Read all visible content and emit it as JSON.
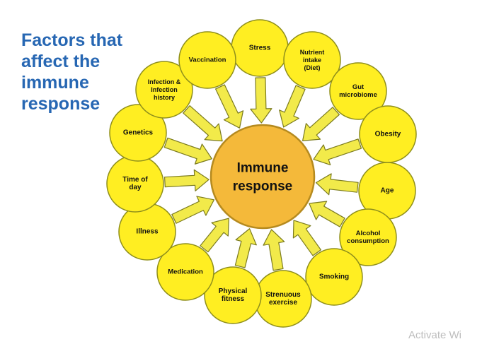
{
  "title_lines": [
    "Factors that",
    "affect the",
    "immune",
    "response"
  ],
  "center": {
    "lines": [
      "Immune",
      "response"
    ],
    "fill": "#f4b93a",
    "stroke": "#b58a1f"
  },
  "factor_style": {
    "fill": "#ffee22",
    "stroke": "#8f8f1c",
    "text_color": "#111111"
  },
  "arrow_style": {
    "fill": "#f2ea4a",
    "stroke": "#7b7b1f"
  },
  "title_color": "#2767b3",
  "factors": [
    {
      "id": "stress",
      "lines": [
        "Stress"
      ]
    },
    {
      "id": "nutrient",
      "lines": [
        "Nutrient",
        "intake",
        "(Diet)"
      ]
    },
    {
      "id": "gut",
      "lines": [
        "Gut",
        "microbiome"
      ]
    },
    {
      "id": "obesity",
      "lines": [
        "Obesity"
      ]
    },
    {
      "id": "age",
      "lines": [
        "Age"
      ]
    },
    {
      "id": "alcohol",
      "lines": [
        "Alcohol",
        "consumption"
      ]
    },
    {
      "id": "smoking",
      "lines": [
        "Smoking"
      ]
    },
    {
      "id": "strenuous",
      "lines": [
        "Strenuous",
        "exercise"
      ]
    },
    {
      "id": "physical",
      "lines": [
        "Physical",
        "fitness"
      ]
    },
    {
      "id": "medication",
      "lines": [
        "Medication"
      ]
    },
    {
      "id": "illness",
      "lines": [
        "Illness"
      ]
    },
    {
      "id": "timeofday",
      "lines": [
        "Time of",
        "day"
      ]
    },
    {
      "id": "genetics",
      "lines": [
        "Genetics"
      ]
    },
    {
      "id": "infection",
      "lines": [
        "Infection &",
        "Infection",
        "history"
      ]
    },
    {
      "id": "vaccination",
      "lines": [
        "Vaccination"
      ]
    }
  ],
  "watermark": "Activate Wi"
}
